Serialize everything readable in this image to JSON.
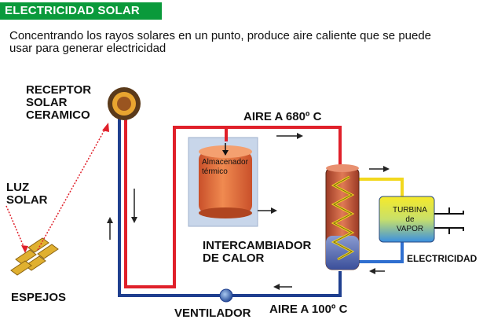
{
  "header": {
    "title": "ELECTRICIDAD SOLAR",
    "description": "Concentrando los rayos solares en un punto, produce aire caliente que se puede usar para generar electricidad"
  },
  "labels": {
    "receptor": "RECEPTOR\nSOLAR\nCERAMICO",
    "luz_solar": "LUZ\nSOLAR",
    "espejos": "ESPEJOS",
    "aire_caliente": "AIRE A 680º C",
    "almacenador": "Almacenador\ntérmico",
    "turbina": "TURBINA\nde\nVAPOR",
    "intercambiador": "INTERCAMBIADOR\nDE CALOR",
    "electricidad": "ELECTRICIDAD",
    "ventilador": "VENTILADOR",
    "aire_frio": "AIRE A 100º C"
  },
  "colors": {
    "header_bg": "#0a9a3b",
    "hot_pipe": "#e0202a",
    "cold_pipe": "#1f3f8f",
    "storage_tank": "#e8703c",
    "exchanger": "#c85a3a",
    "turbine_top": "#f6e62a",
    "turbine_bottom": "#3a8fe0",
    "mirrors": "#e0b030",
    "light_ray": "#e0202a"
  }
}
